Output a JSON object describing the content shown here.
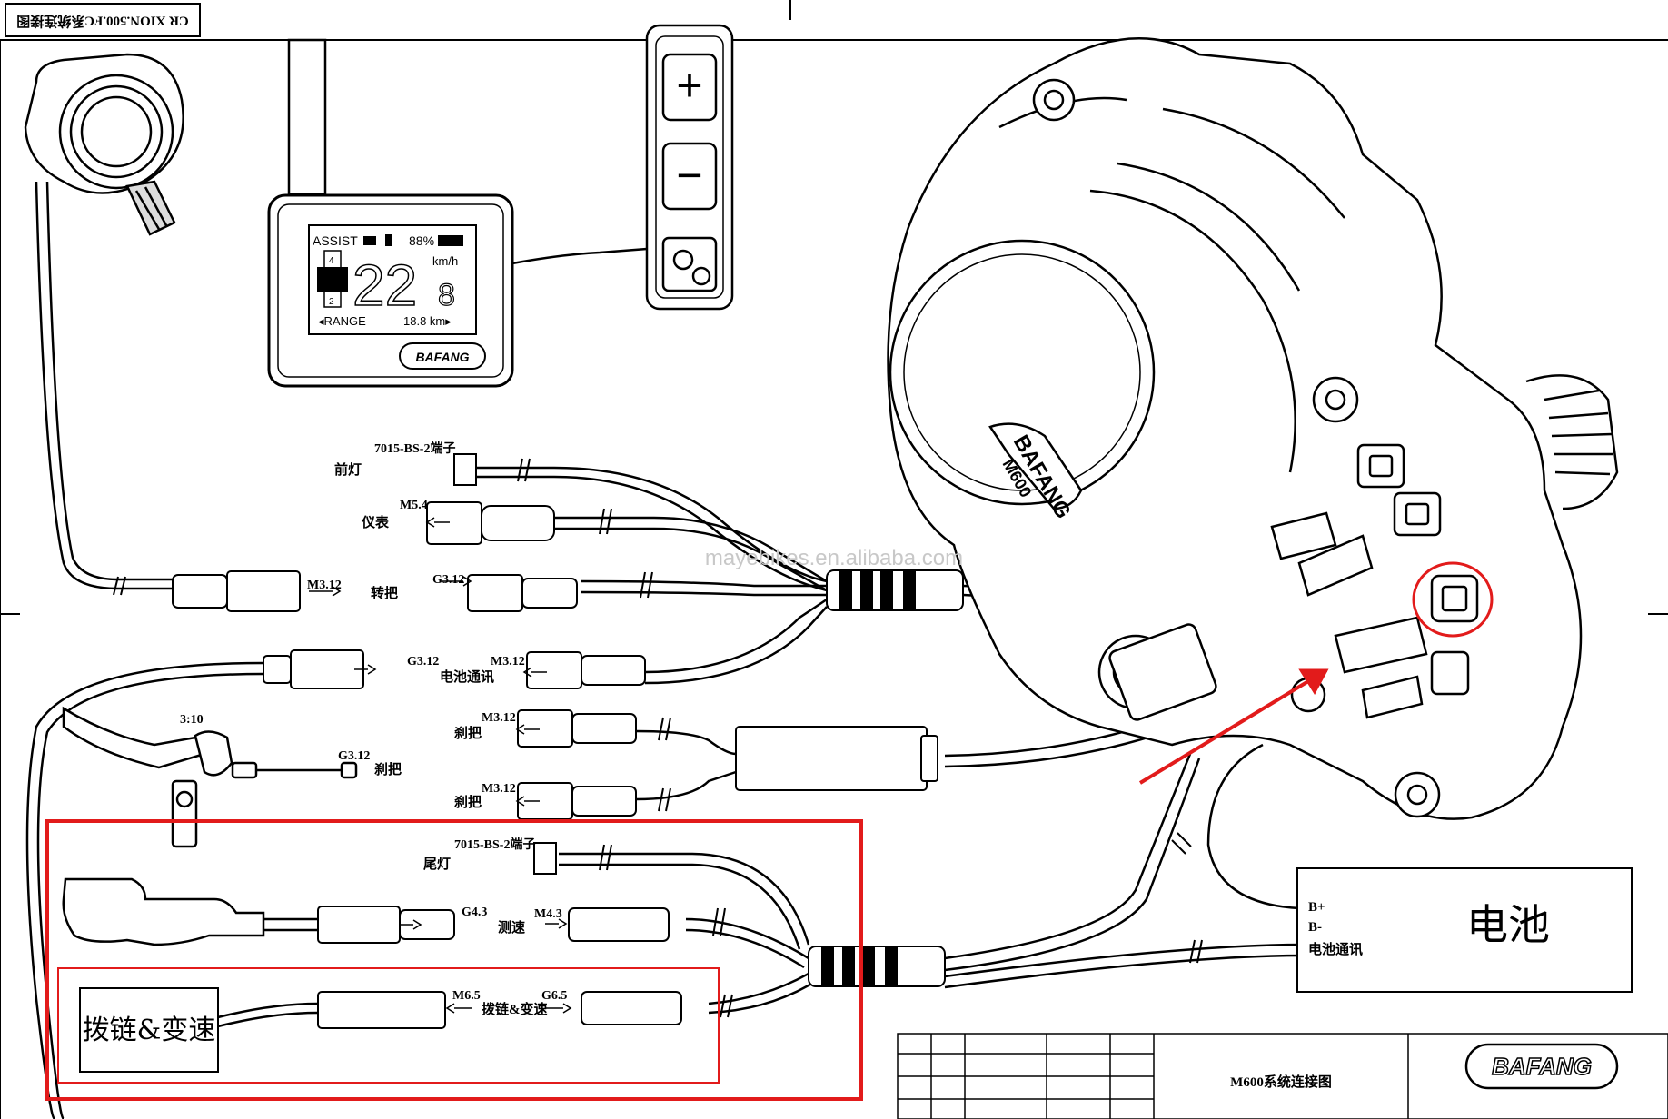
{
  "header_code": "CR XION.500.FC系统连接图",
  "display": {
    "assist_label": "ASSIST",
    "battery_pct": "88%",
    "level_top": "4",
    "level_bottom": "2",
    "speed_main": "22",
    "speed_decimal": "8",
    "speed_unit": "km/h",
    "range_label": "◂RANGE",
    "range_value": "18.8 km▸",
    "brand": "BAFANG"
  },
  "remote": {
    "plus": "+",
    "minus": "−"
  },
  "motor": {
    "brand": "BAFANG",
    "model": "M600"
  },
  "watermark": "mayebikes.en.alibaba.com",
  "harness": {
    "front_light_terminal": "7015-BS-2端子",
    "front_light": "前灯",
    "meter_code": "M5.4",
    "meter": "仪表",
    "throttle_m": "M3.12",
    "throttle_g": "G3.12",
    "throttle": "转把",
    "batt_comm_g": "G3.12",
    "batt_comm_m": "M3.12",
    "batt_comm": "电池通讯",
    "brake_ratio": "3:10",
    "brake_g": "G3.12",
    "brake": "刹把",
    "brake1_m": "M3.12",
    "brake1": "刹把",
    "brake2_m": "M3.12",
    "brake2": "刹把",
    "tail_terminal": "7015-BS-2端子",
    "tail_light": "尾灯",
    "speed_g": "G4.3",
    "speed_m": "M4.3",
    "speed": "测速",
    "shift_m": "M6.5",
    "shift_g": "G6.5",
    "shift": "拨链&变速",
    "shift_box": "拨链&变速"
  },
  "battery": {
    "b_plus": "B+",
    "b_minus": "B-",
    "comm": "电池通讯",
    "title": "电池"
  },
  "title_block": {
    "drawing_title": "M600系统连接图",
    "brand": "BAFANG"
  },
  "colors": {
    "highlight": "#e21b1b",
    "line": "#000000"
  }
}
